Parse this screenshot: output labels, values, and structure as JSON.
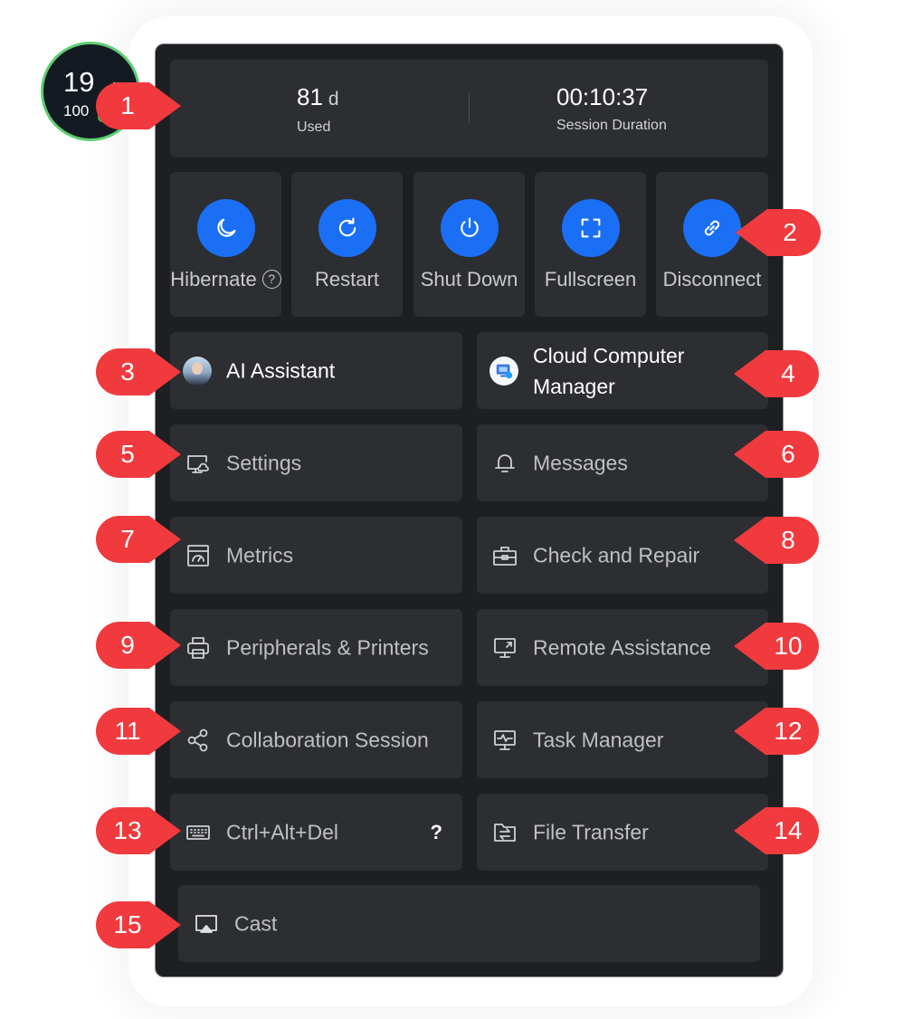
{
  "widget": {
    "value": "19",
    "unit": "m",
    "sub_value": "100"
  },
  "usage": {
    "days_value": "81",
    "days_unit": "d",
    "days_label": "Used",
    "session_value": "00:10:37",
    "session_label": "Session Duration"
  },
  "power": {
    "hibernate": "Hibernate",
    "hibernate_help": "?",
    "restart": "Restart",
    "shutdown": "Shut Down",
    "fullscreen": "Fullscreen",
    "disconnect": "Disconnect"
  },
  "menu": {
    "ai_assistant": "AI Assistant",
    "cloud_computer_manager": "Cloud Computer Manager",
    "settings": "Settings",
    "messages": "Messages",
    "metrics": "Metrics",
    "check_and_repair": "Check and Repair",
    "peripherals": "Peripherals & Printers",
    "remote_assistance": "Remote Assistance",
    "collaboration": "Collaboration Session",
    "task_manager": "Task Manager",
    "ctrl_alt_del": "Ctrl+Alt+Del",
    "ctrl_alt_del_help": "?",
    "file_transfer": "File Transfer",
    "cast": "Cast"
  },
  "callouts": [
    "1",
    "2",
    "3",
    "4",
    "5",
    "6",
    "7",
    "8",
    "9",
    "10",
    "11",
    "12",
    "13",
    "14",
    "15"
  ],
  "colors": {
    "panel": "#1e1f22",
    "tile": "#2d2e32",
    "accent": "#1a6ff5",
    "callout": "#f03a3e"
  }
}
